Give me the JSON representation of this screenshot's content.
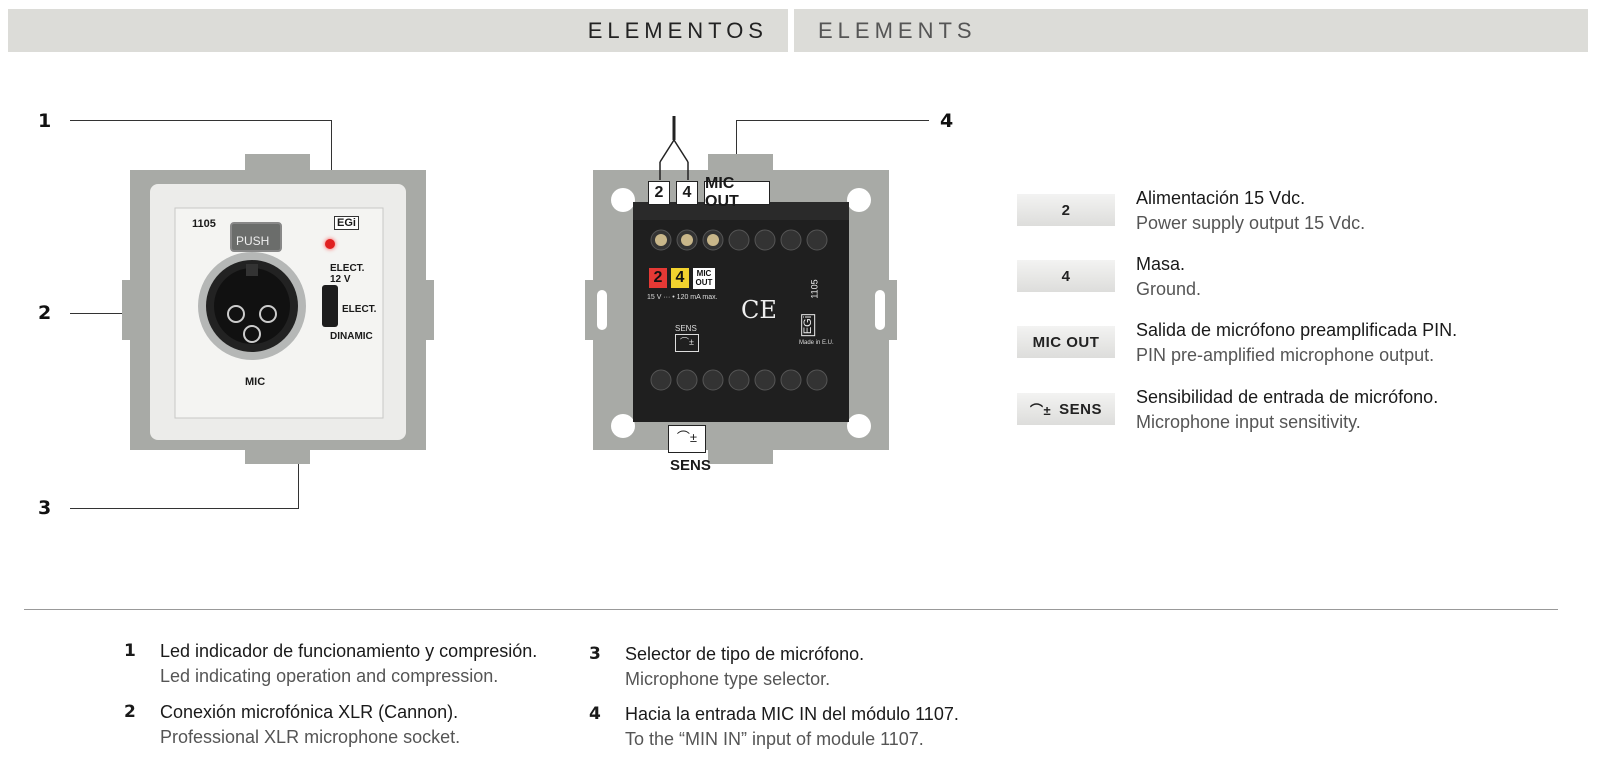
{
  "header": {
    "title_es": "ELEMENTOS",
    "title_en": "ELEMENTS"
  },
  "front_module": {
    "model": "1105",
    "push_label": "PUSH",
    "brand": "EGi",
    "elect_12v": "ELECT.\n12 V",
    "elect": "ELECT.",
    "dinamic": "DINAMIC",
    "mic": "MIC"
  },
  "back_module": {
    "top_labels": [
      "2",
      "4",
      "MIC OUT"
    ],
    "sticker_2": "2",
    "sticker_4": "4",
    "sticker_mic": "MIC\nOUT",
    "rating": "15 V ··· • 120 mA max.",
    "sens": "SENS",
    "ce": "CE",
    "brand": "EGi",
    "model": "1105",
    "made_in": "Made in E.U.",
    "bottom_label": "SENS"
  },
  "callouts": [
    "1",
    "2",
    "3",
    "4"
  ],
  "reference": [
    {
      "key": "2",
      "es": "Alimentación 15 Vdc.",
      "en": "Power supply output 15 Vdc."
    },
    {
      "key": "4",
      "es": "Masa.",
      "en": "Ground."
    },
    {
      "key": "MIC OUT",
      "es": "Salida de micrófono preamplificada PIN.",
      "en": "PIN pre-amplified microphone output."
    },
    {
      "key": "SENS",
      "es": "Sensibilidad de entrada de micrófono.",
      "en": "Microphone input sensitivity."
    }
  ],
  "legend": [
    {
      "num": "1",
      "es": "Led indicador de funcionamiento y compresión.",
      "en": "Led indicating operation and compression."
    },
    {
      "num": "2",
      "es": "Conexión microfónica XLR (Cannon).",
      "en": "Professional XLR microphone socket."
    },
    {
      "num": "3",
      "es": "Selector de tipo de micrófono.",
      "en": "Microphone type selector."
    },
    {
      "num": "4",
      "es": "Hacia la entrada MIC IN del módulo 1107.",
      "en": "To the “MIN IN” input of module 1107."
    }
  ],
  "colors": {
    "header_bg": "#dcdcd8",
    "frame_gray": "#a8aaa6",
    "led_red": "#e02020",
    "sticker_red": "#e53935",
    "sticker_yellow": "#f2d22e"
  }
}
